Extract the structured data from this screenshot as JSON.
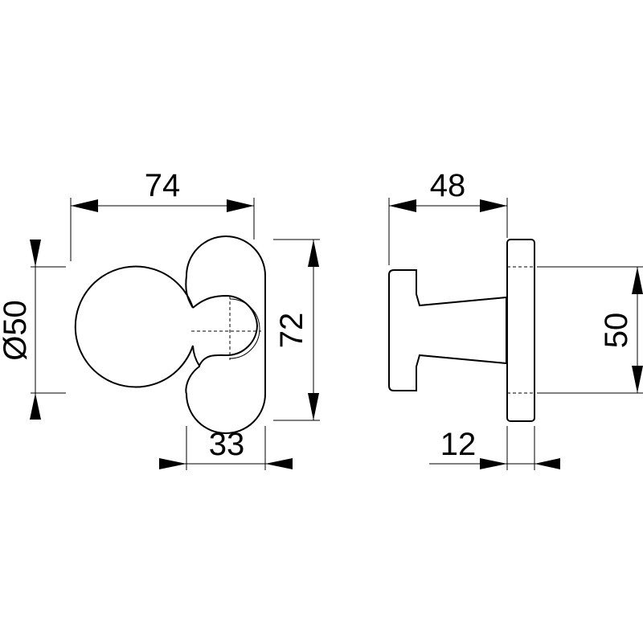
{
  "dimensions": {
    "front_width": "74",
    "knob_diameter": "Ø50",
    "rose_height": "72",
    "rose_width": "33",
    "side_depth": "48",
    "side_height": "50",
    "rose_thickness": "12"
  },
  "colors": {
    "line": "#000000",
    "background": "#ffffff"
  }
}
